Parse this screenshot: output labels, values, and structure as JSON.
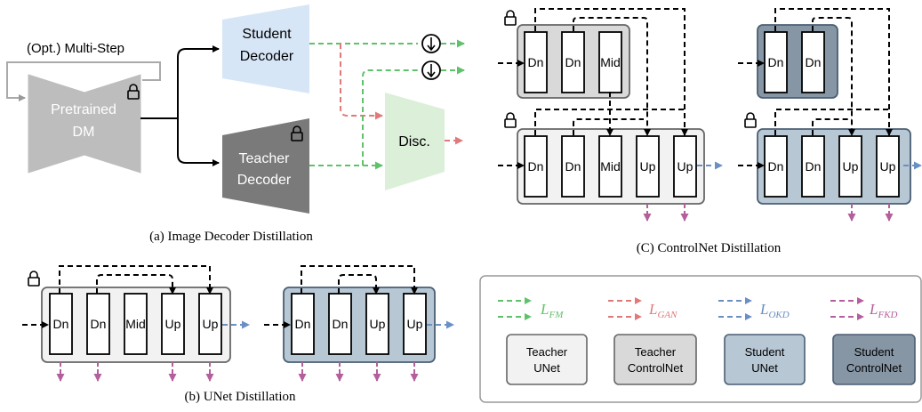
{
  "panel_a": {
    "multistep_label": "(Opt.) Multi-Step",
    "pretrained_line1": "Pretrained",
    "pretrained_line2": "DM",
    "student_line1": "Student",
    "student_line2": "Decoder",
    "teacher_line1": "Teacher",
    "teacher_line2": "Decoder",
    "disc_label": "Disc.",
    "caption": "(a) Image Decoder Distillation"
  },
  "panel_b": {
    "teacher_blocks": [
      "Dn",
      "Dn",
      "Mid",
      "Up",
      "Up"
    ],
    "student_blocks": [
      "Dn",
      "Dn",
      "Up",
      "Up"
    ],
    "caption": "(b) UNet Distillation"
  },
  "panel_c": {
    "teacher_control_blocks": [
      "Dn",
      "Dn",
      "Mid"
    ],
    "teacher_unet_blocks": [
      "Dn",
      "Dn",
      "Mid",
      "Up",
      "Up"
    ],
    "student_control_blocks": [
      "Dn",
      "Dn"
    ],
    "student_unet_blocks": [
      "Dn",
      "Dn",
      "Up",
      "Up"
    ],
    "caption": "(C) ControlNet Distillation"
  },
  "legend": {
    "fm": {
      "main": "L",
      "sub": "FM",
      "color": "#5fc26a"
    },
    "gan": {
      "main": "L",
      "sub": "GAN",
      "color": "#e07a7a"
    },
    "okd": {
      "main": "L",
      "sub": "OKD",
      "color": "#6a8fc4"
    },
    "fkd": {
      "main": "L",
      "sub": "FKD",
      "color": "#b45f9c"
    },
    "teacher_unet": [
      "Teacher",
      "UNet"
    ],
    "teacher_controlnet": [
      "Teacher",
      "ControlNet"
    ],
    "student_unet": [
      "Student",
      "UNet"
    ],
    "student_controlnet": [
      "Student",
      "ControlNet"
    ]
  },
  "colors": {
    "teacher_unet_fill": "#f2f2f2",
    "teacher_control_fill": "#d9d9d9",
    "student_unet_fill": "#b7c7d4",
    "student_control_fill": "#8796a5",
    "student_decoder_fill": "#d7e6f7",
    "teacher_decoder_fill": "#7a7a7a",
    "disc_fill": "#dcefd9",
    "pretrained_fill": "#bdbdbd"
  }
}
